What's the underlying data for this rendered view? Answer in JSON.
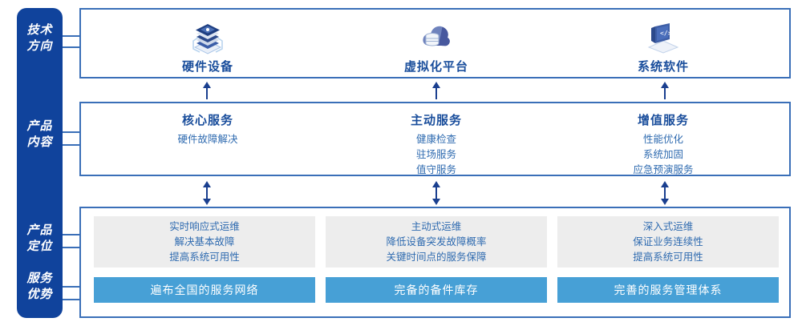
{
  "colors": {
    "rail_blue": "#10439c",
    "border_blue": "#3a6fb8",
    "title_blue": "#1a4e9c",
    "text_blue": "#2f6bb0",
    "bar_blue": "#47a0d6",
    "card_gray": "#ededed",
    "arrow_blue": "#1a3f8f"
  },
  "rail": {
    "items": [
      {
        "name": "tech-direction",
        "line1": "技术",
        "line2": "方向"
      },
      {
        "name": "product-content",
        "line1": "产品",
        "line2": "内容"
      },
      {
        "name": "product-position",
        "line1": "产品",
        "line2": "定位"
      },
      {
        "name": "service-advantage",
        "line1": "服务",
        "line2": "优势"
      }
    ]
  },
  "tech_row": {
    "columns": [
      {
        "icon": "server-stack-icon",
        "label": "硬件设备"
      },
      {
        "icon": "cloud-database-icon",
        "label": "虚拟化平台"
      },
      {
        "icon": "laptop-code-icon",
        "label": "系统软件"
      }
    ]
  },
  "content_row": {
    "columns": [
      {
        "title": "核心服务",
        "items": [
          "硬件故障解决"
        ]
      },
      {
        "title": "主动服务",
        "items": [
          "健康检查",
          "驻场服务",
          "值守服务"
        ]
      },
      {
        "title": "增值服务",
        "items": [
          "性能优化",
          "系统加固",
          "应急预演服务"
        ]
      }
    ]
  },
  "bottom_row": {
    "cards": [
      {
        "lines": [
          "实时响应式运维",
          "解决基本故障",
          "提高系统可用性"
        ]
      },
      {
        "lines": [
          "主动式运维",
          "降低设备突发故障概率",
          "关键时间点的服务保障"
        ]
      },
      {
        "lines": [
          "深入式运维",
          "保证业务连续性",
          "提高系统可用性"
        ]
      }
    ],
    "bars": [
      {
        "label": "遍布全国的服务网络"
      },
      {
        "label": "完备的备件库存"
      },
      {
        "label": "完善的服务管理体系"
      }
    ]
  }
}
